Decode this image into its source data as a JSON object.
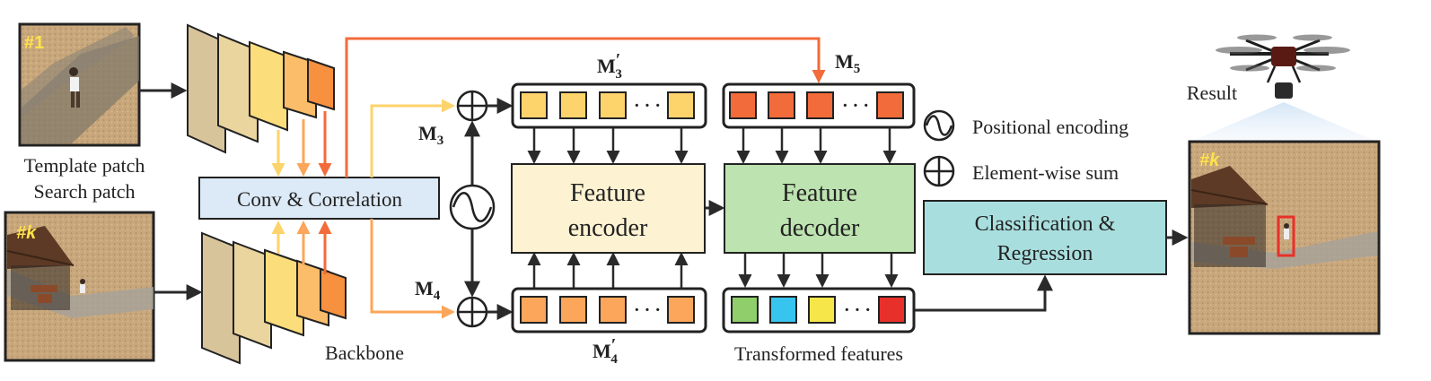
{
  "labels": {
    "template_tag": "#1",
    "template_caption": "Template patch",
    "search_caption": "Search patch",
    "search_tag": "#k",
    "conv": "Conv & Correlation",
    "backbone": "Backbone",
    "m3": "M",
    "m3_sub": "3",
    "m4": "M",
    "m4_sub": "4",
    "m3p": "M",
    "m3p_sub": "3",
    "m4p": "M",
    "m4p_sub": "4",
    "m5": "M",
    "m5_sub": "5",
    "prime": "′",
    "dots": "· · ·",
    "encoder_line1": "Feature",
    "encoder_line2": "encoder",
    "decoder_line1": "Feature",
    "decoder_line2": "decoder",
    "transformed": "Transformed features",
    "legend_pos": "Positional encoding",
    "legend_sum": "Element-wise sum",
    "cls_line1": "Classification &",
    "cls_line2": "Regression",
    "result": "Result",
    "result_tag": "#k"
  },
  "colors": {
    "m3_tokens": "#fdd36b",
    "m4_tokens": "#fba65a",
    "m5_tokens": "#f26b3a",
    "transformed_tokens": [
      "#8fce6a",
      "#37c5ef",
      "#f7e64a",
      "#e8302a"
    ],
    "encoder_fill": "#fdf2d2",
    "decoder_fill": "#bde3b0",
    "conv_fill": "#dce9f6",
    "cls_fill": "#a9dede",
    "arrow_yellow": "#fdd36b",
    "arrow_orange": "#fba65a",
    "arrow_red": "#f26b3a",
    "bbox": "#e8302a"
  },
  "icons": [
    "sine-icon",
    "plus-circle-icon",
    "drone-icon"
  ]
}
